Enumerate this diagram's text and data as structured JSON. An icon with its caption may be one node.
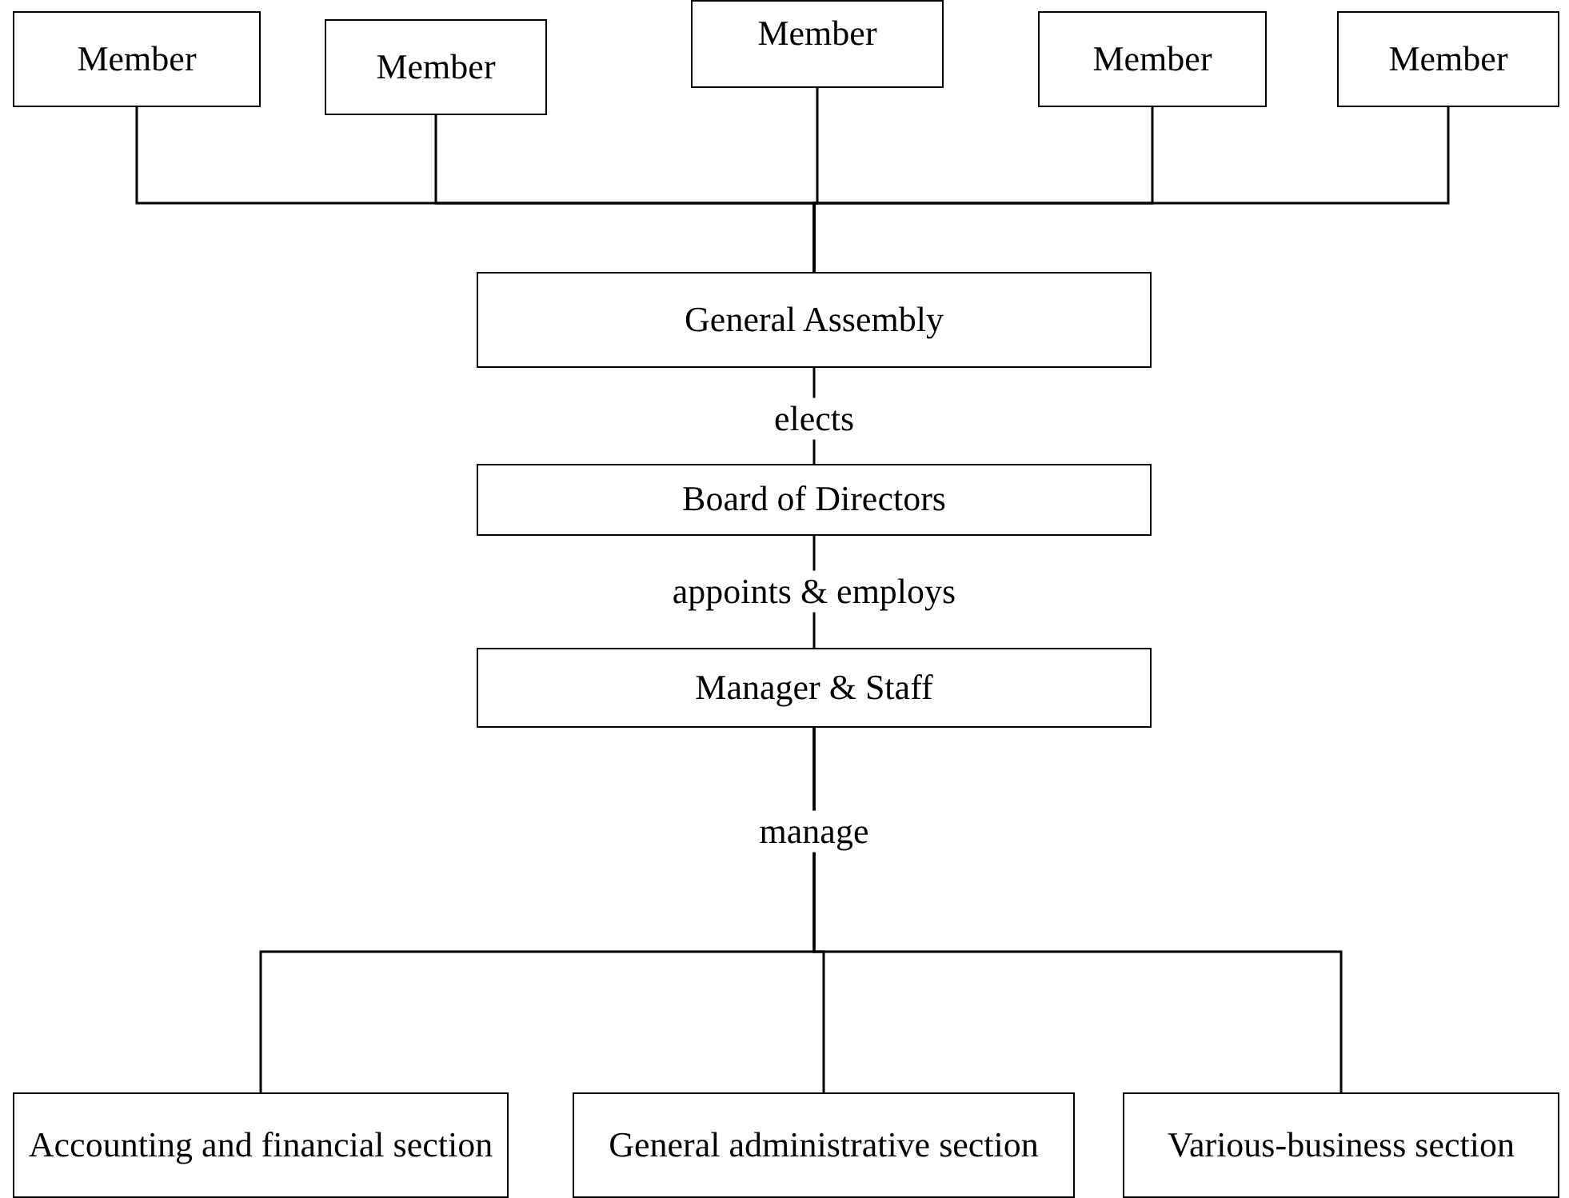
{
  "diagram": {
    "nodes": [
      {
        "text": [
          "Member"
        ]
      },
      {
        "text": [
          "Member"
        ]
      },
      {
        "text": [
          "Member"
        ]
      },
      {
        "text": [
          "Member"
        ]
      },
      {
        "text": [
          "Member"
        ]
      },
      {
        "text": [
          "General Assembly"
        ]
      },
      {
        "text": [
          "Board of Directors"
        ]
      },
      {
        "text": [
          "Manager & Staff"
        ]
      },
      {
        "text": [
          "Accounting and financial section"
        ]
      },
      {
        "text": [
          "General administrative section"
        ]
      },
      {
        "text": [
          "Various-business section"
        ]
      }
    ],
    "edges": [
      {
        "from": 0,
        "to": 5,
        "arrow": "none"
      },
      {
        "from": 1,
        "to": 5,
        "arrow": "none"
      },
      {
        "from": 2,
        "to": 5,
        "arrow": "none"
      },
      {
        "from": 3,
        "to": 5,
        "arrow": "none"
      },
      {
        "from": 4,
        "to": 5,
        "arrow": "none"
      },
      {
        "from": 5,
        "to": 6,
        "arrow": "none",
        "label": "elects"
      },
      {
        "from": 6,
        "to": 7,
        "arrow": "none",
        "label": "appoints & employs"
      },
      {
        "from": 7,
        "to": 8,
        "arrow": "none"
      },
      {
        "from": 7,
        "to": 9,
        "arrow": "none",
        "label": "manage"
      },
      {
        "from": 7,
        "to": 10,
        "arrow": "none"
      }
    ]
  }
}
